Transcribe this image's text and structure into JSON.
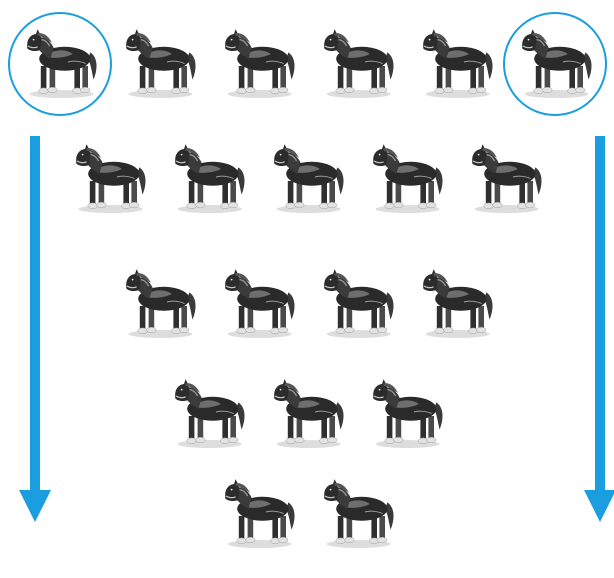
{
  "rows": [
    {
      "count": 6
    },
    {
      "count": 5
    },
    {
      "count": 4
    },
    {
      "count": 3
    },
    {
      "count": 2
    }
  ],
  "highlighted": [
    {
      "row": 0,
      "index": 0
    },
    {
      "row": 0,
      "index": 5
    }
  ],
  "colors": {
    "accent": "#1a9ee0",
    "horse_dark": "#2a2a2a",
    "horse_mid": "#6b6b6b",
    "horse_light": "#d8d8d8",
    "ground": "#cfcfcf"
  },
  "icons": {
    "figure": "draft-horse-icon",
    "marker": "highlight-circle",
    "arrow": "down-arrow-icon"
  },
  "arrows": [
    {
      "side": "left",
      "direction": "down"
    },
    {
      "side": "right",
      "direction": "down"
    }
  ]
}
